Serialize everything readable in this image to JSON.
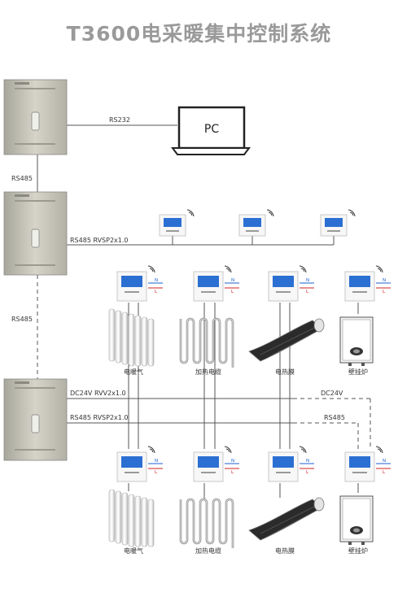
{
  "title": "T3600电采暖集中控制系统",
  "labels": {
    "rs232": "RS232",
    "pc": "PC",
    "rs485_a": "RS485",
    "rs485_bus1": "RS485  RVSP2x1.0",
    "rs485_b": "RS485",
    "dc24v_bus": "DC24V  RVV2x1.0",
    "rs485_bus2": "RS485  RVSP2x1.0",
    "dc24v_side": "DC24V",
    "rs485_side": "RS485"
  },
  "thermostat": {
    "n": "N",
    "l": "L"
  },
  "devices": {
    "row1": [
      "电暖气",
      "加热电缆",
      "电热膜",
      "壁挂炉"
    ],
    "row2": [
      "电暖气",
      "加热电缆",
      "电热膜",
      "壁挂炉"
    ]
  },
  "colors": {
    "cabinet": "#c4c2b5",
    "screen": "#2c6fd3",
    "line": "#555555",
    "n_color": "#1e5fd0",
    "l_color": "#d02020"
  }
}
